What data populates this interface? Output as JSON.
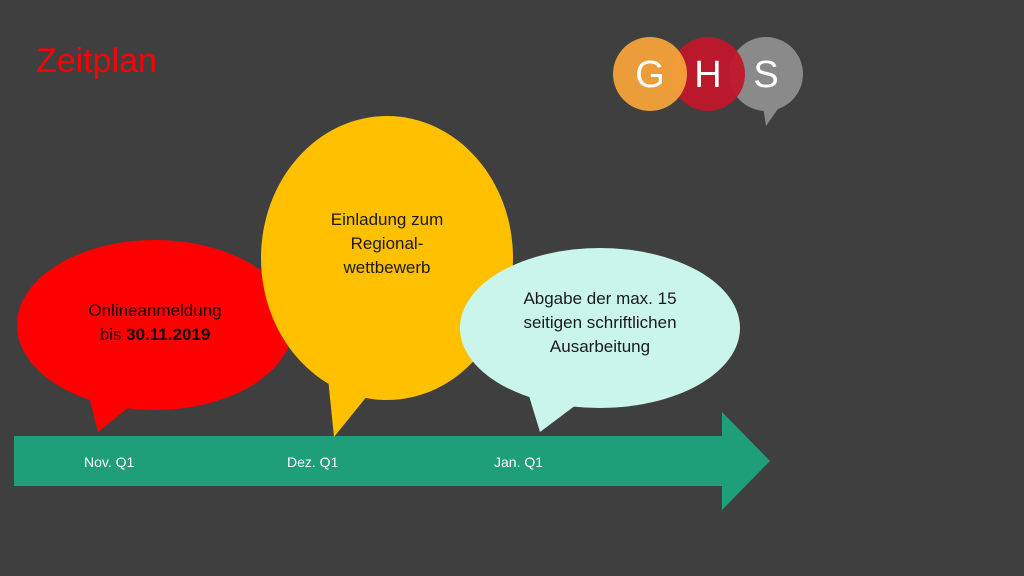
{
  "title": "Zeitplan",
  "logo": {
    "letters": [
      "G",
      "H",
      "S"
    ],
    "colors": [
      "#f4a23a",
      "#c0172a",
      "#8a8a8a"
    ]
  },
  "timeline": {
    "color": "#1f9e7a",
    "ticks": [
      "Nov. Q1",
      "Dez. Q1",
      "Jan. Q1"
    ]
  },
  "bubbles": [
    {
      "color": "#ff0000",
      "line1": "Onlineanmeldung",
      "line2_prefix": "bis ",
      "line2_bold": "30.11.2019"
    },
    {
      "color": "#ffc000",
      "lines": [
        "Einladung zum",
        "Regional-",
        "wettbewerb"
      ]
    },
    {
      "color": "#c9f5ea",
      "lines": [
        "Abgabe der max. 15",
        "seitigen schriftlichen",
        "Ausarbeitung"
      ]
    }
  ]
}
